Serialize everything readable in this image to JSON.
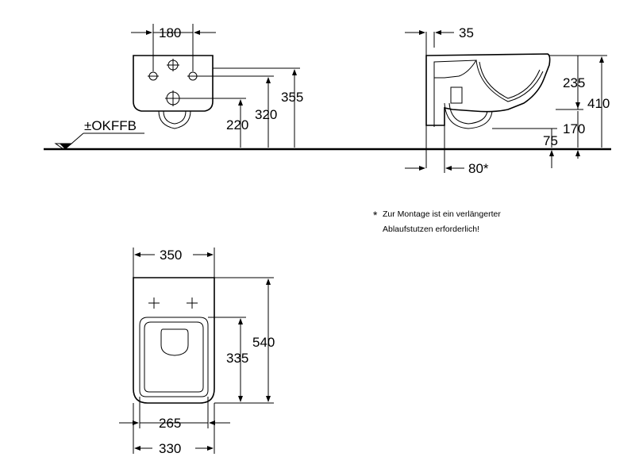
{
  "front_view": {
    "width": "180",
    "okffb": "±OKFFB",
    "h220": "220",
    "h320": "320",
    "h355": "355"
  },
  "side_view": {
    "d35": "35",
    "d80": "80*",
    "h235": "235",
    "h410": "410",
    "h170": "170",
    "h75": "75"
  },
  "top_view": {
    "w350": "350",
    "l540": "540",
    "l335": "335",
    "w265": "265",
    "w330": "330"
  },
  "footnote": {
    "star": "*",
    "line1": "Zur Montage ist ein verlängerter",
    "line2": "Ablaufstutzen erforderlich!"
  }
}
